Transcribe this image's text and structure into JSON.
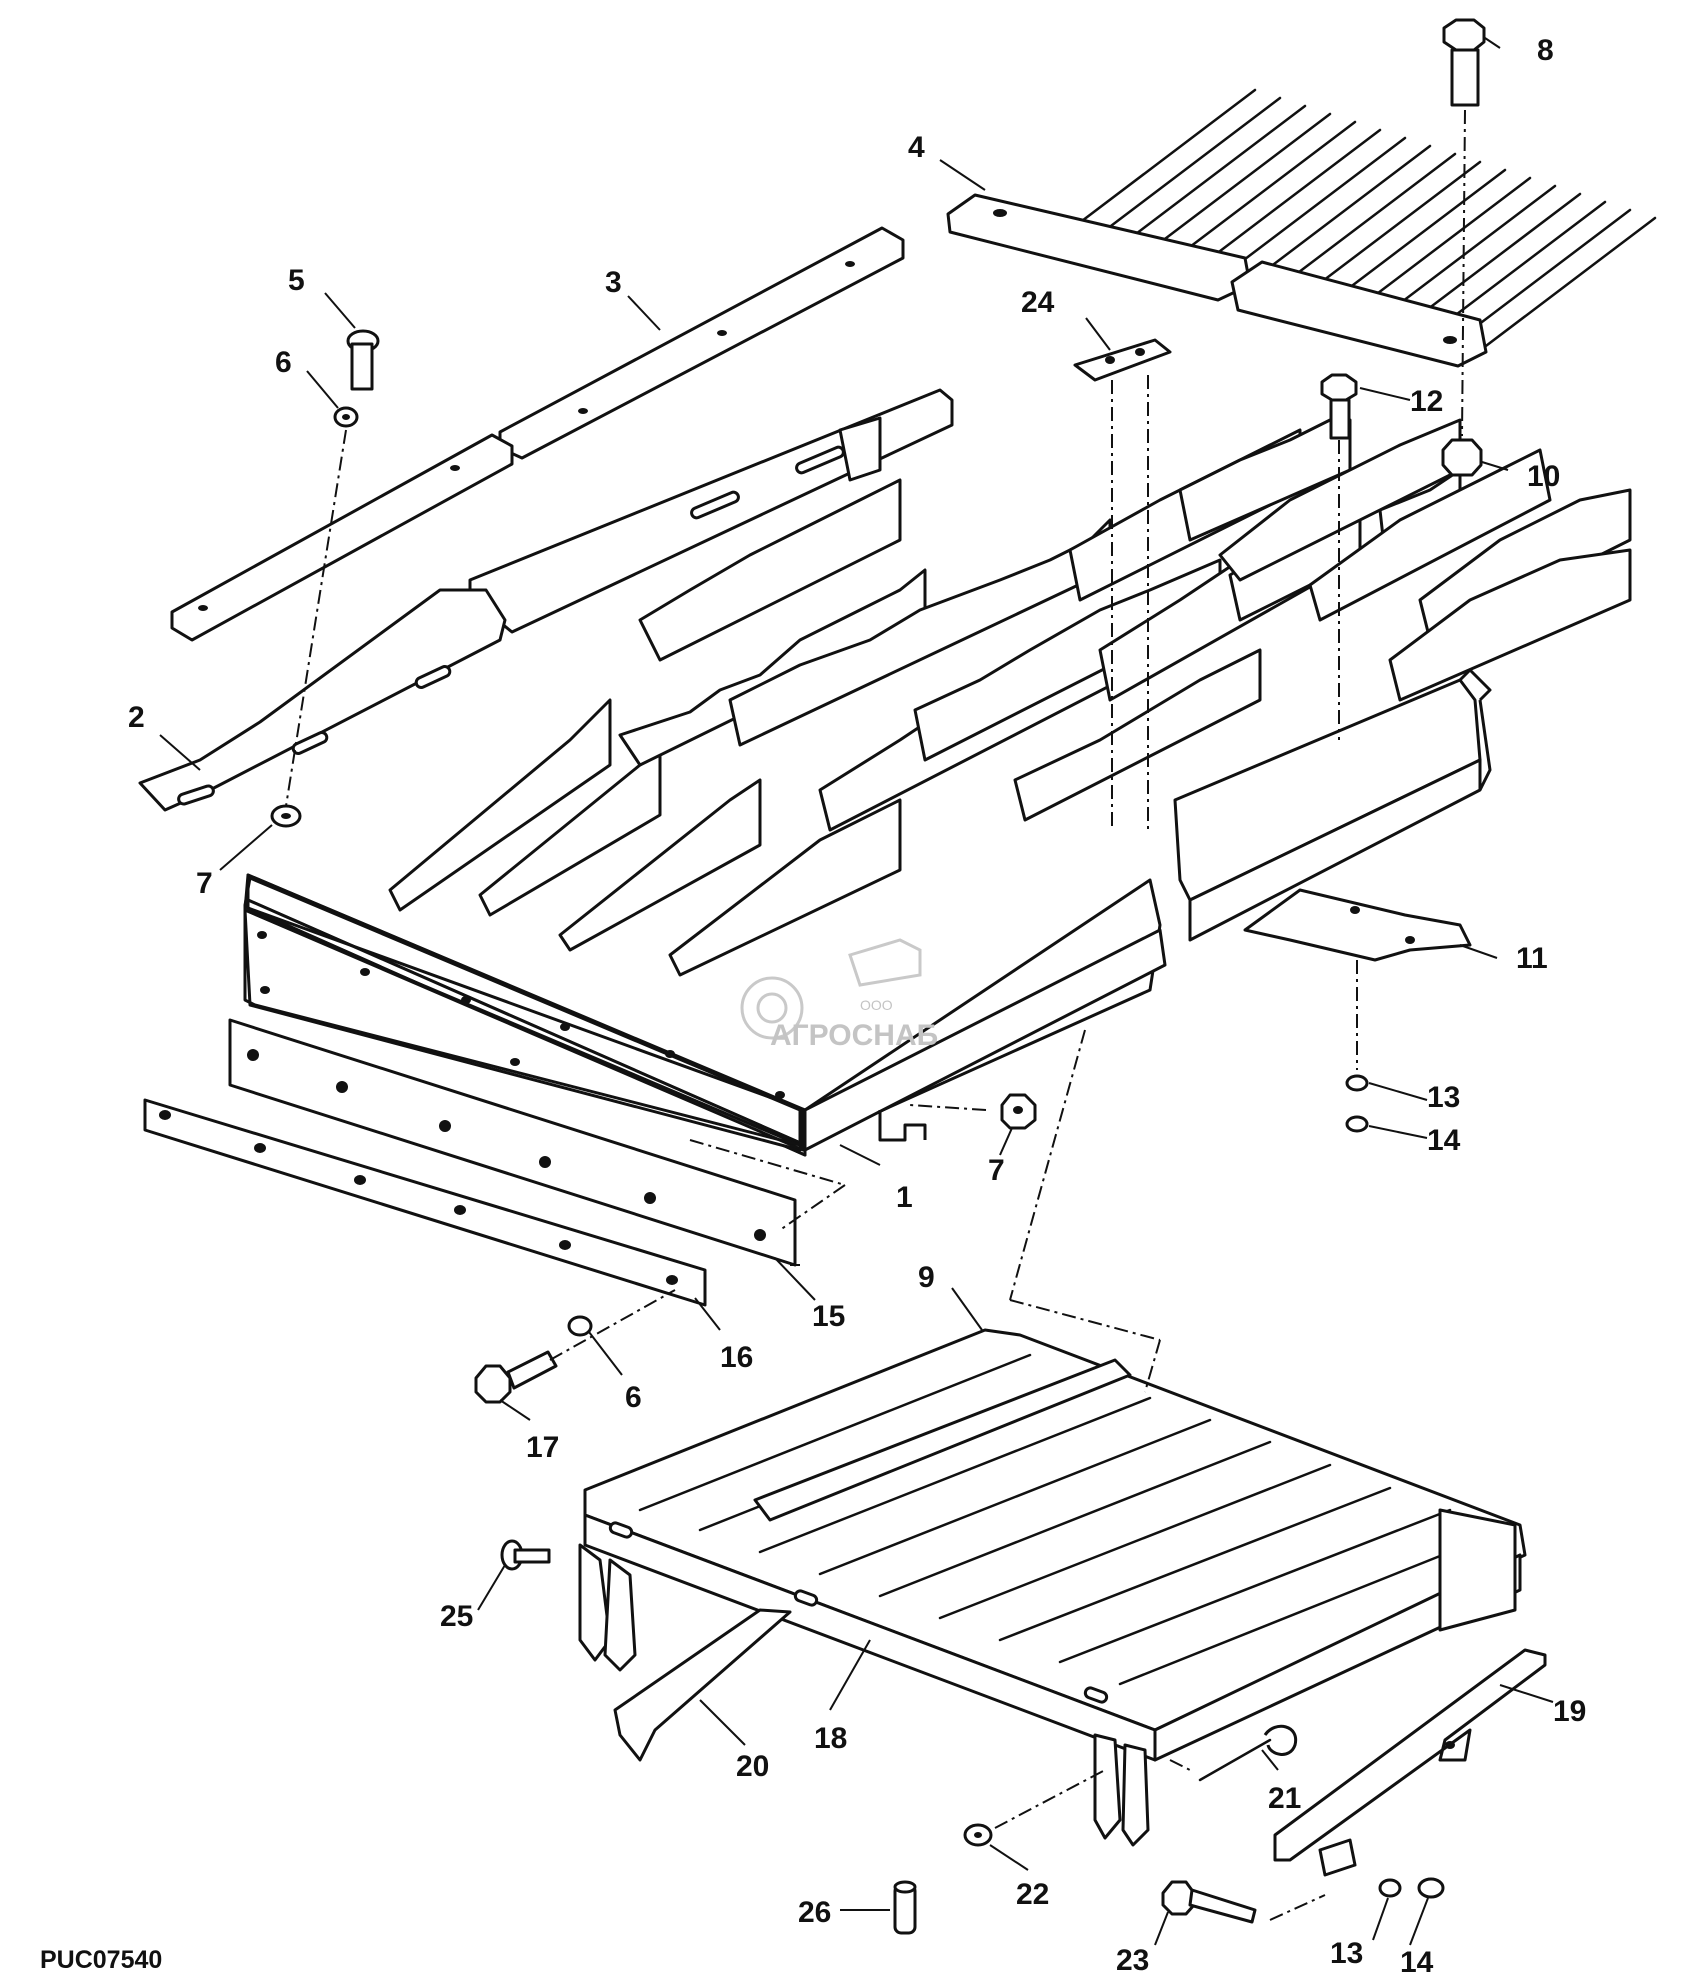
{
  "diagram_code": "PUC07540",
  "watermark": {
    "line1": "ООО",
    "line2": "АГРОСНАБ"
  },
  "callouts": [
    "1",
    "2",
    "3",
    "4",
    "5",
    "6",
    "6",
    "7",
    "7",
    "8",
    "9",
    "10",
    "11",
    "12",
    "13",
    "13",
    "14",
    "14",
    "15",
    "16",
    "17",
    "18",
    "19",
    "20",
    "21",
    "22",
    "23",
    "24",
    "25",
    "26"
  ]
}
